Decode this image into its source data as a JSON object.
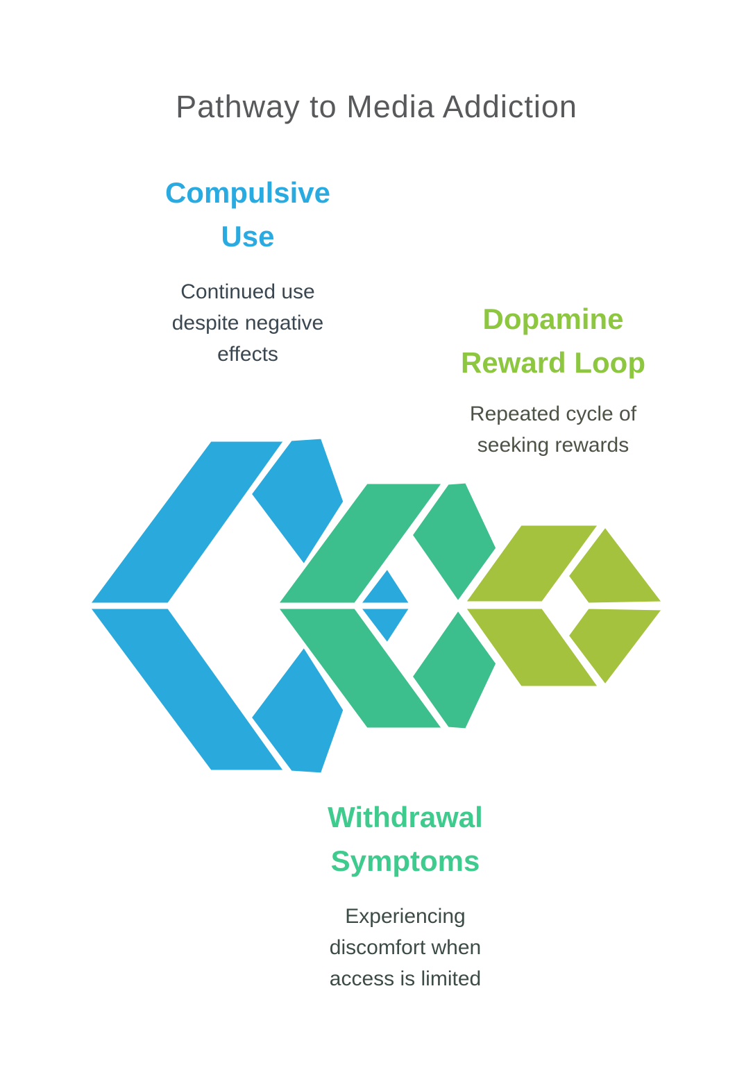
{
  "title": {
    "text": "Pathway to Media Addiction",
    "color": "#58595B"
  },
  "sections": [
    {
      "id": "compulsive-use",
      "heading": "Compulsive Use",
      "heading_color": "#29ABE2",
      "description": "Continued use despite negative effects",
      "description_color": "#3A4750"
    },
    {
      "id": "dopamine-reward-loop",
      "heading": "Dopamine Reward Loop",
      "heading_color": "#8DC63F",
      "description": "Repeated cycle of seeking rewards",
      "description_color": "#4C5245"
    },
    {
      "id": "withdrawal-symptoms",
      "heading": "Withdrawal Symptoms",
      "heading_color": "#3ECB8D",
      "description": "Experiencing discomfort when access is limited",
      "description_color": "#3D4B47"
    }
  ],
  "shapes": {
    "blue_chevron": {
      "represents": "Compulsive Use",
      "color": "#2AA9DC"
    },
    "green_chevron": {
      "represents": "Withdrawal Symptoms",
      "color": "#3DBF8D"
    },
    "olive_chevron": {
      "represents": "Dopamine Reward Loop",
      "color": "#A4C23E"
    },
    "seam_color": "#FFFFFF"
  },
  "background": "#FFFFFF"
}
